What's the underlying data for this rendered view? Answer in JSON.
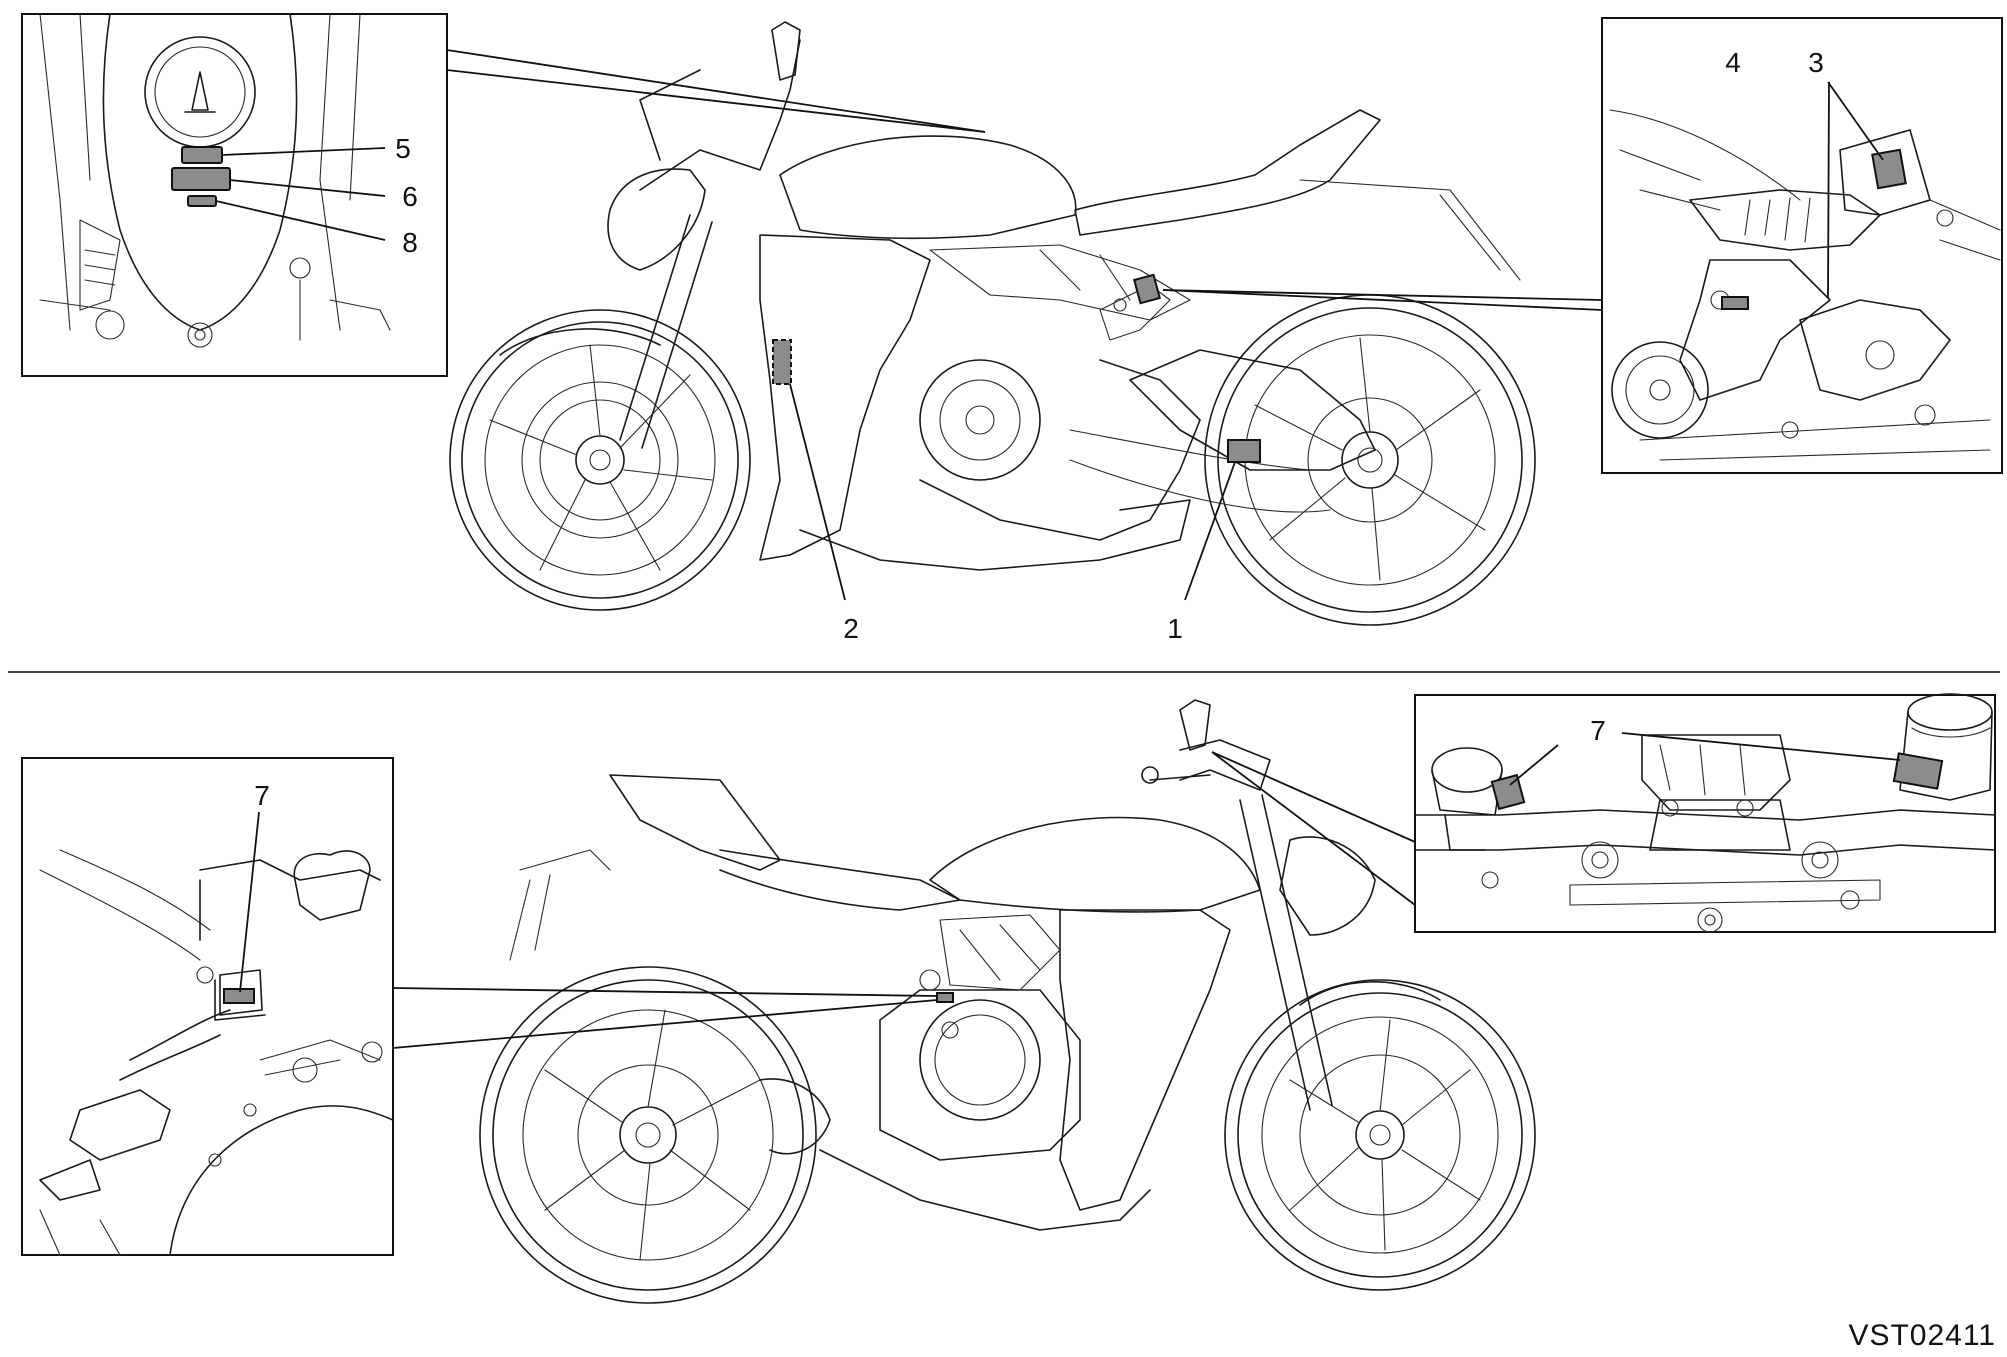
{
  "figure": {
    "code": "VST02411"
  },
  "callouts": {
    "c1": "1",
    "c2": "2",
    "c3": "3",
    "c4": "4",
    "c5": "5",
    "c6": "6",
    "c7a": "7",
    "c7b": "7",
    "c7c": "7",
    "c8": "8"
  },
  "colors": {
    "label_fill": "#8c8c8c",
    "line": "#1a1a1a",
    "background": "#ffffff"
  }
}
